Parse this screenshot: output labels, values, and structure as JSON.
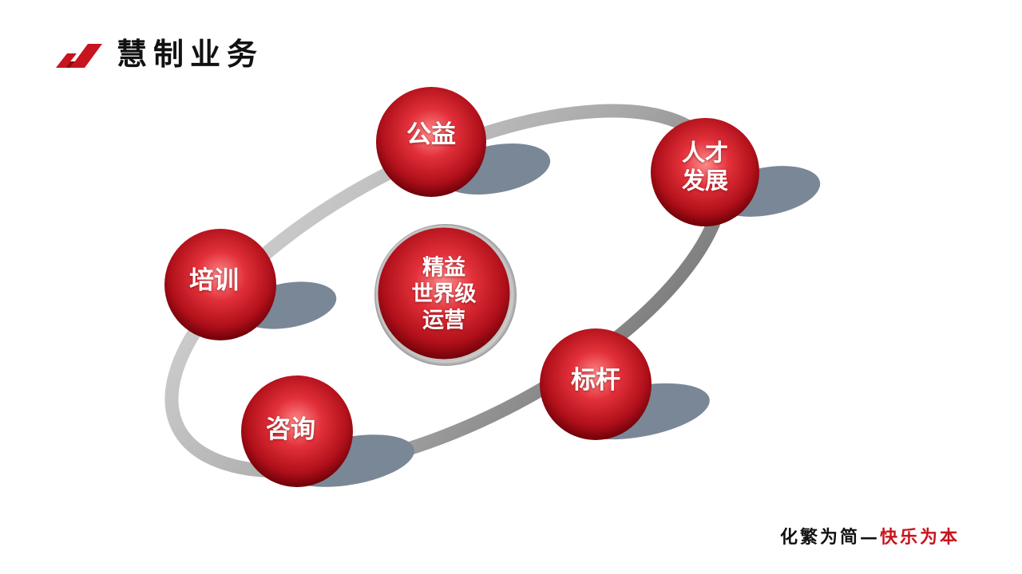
{
  "header": {
    "title": "慧制业务",
    "logo_icon": "red-parallelogram-logo-icon"
  },
  "colors": {
    "accent": "#c8141e",
    "ring": "#9a9a9a",
    "shadow": "#7a8796"
  },
  "center": {
    "label": "精益\n世界级\n运营"
  },
  "nodes": [
    {
      "id": "gongyi",
      "label": "公益"
    },
    {
      "id": "rencai",
      "label": "人才\n发展"
    },
    {
      "id": "peixun",
      "label": "培训"
    },
    {
      "id": "zixun",
      "label": "咨询"
    },
    {
      "id": "biaogan",
      "label": "标杆"
    }
  ],
  "slogan": {
    "part1": "化繁为简—",
    "part2": "快乐为本"
  }
}
